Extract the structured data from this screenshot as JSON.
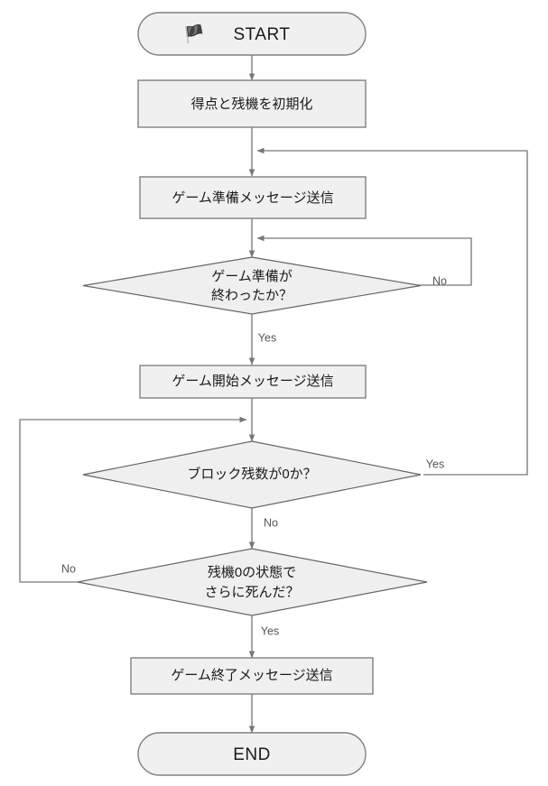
{
  "diagram": {
    "type": "flowchart",
    "title": "",
    "background_color": "#ffffff",
    "node_fill": "#f0f0f0",
    "node_stroke": "#808080",
    "edge_color": "#777777",
    "text_color": "#1a1a1a",
    "edge_label_color": "#555555"
  },
  "nodes": {
    "start": {
      "label": "START",
      "icon": "green-flag-icon",
      "icon_glyph": "🏴",
      "icon_color": "#3aa93a",
      "shape": "terminator"
    },
    "init": {
      "label": "得点と残機を初期化",
      "shape": "process"
    },
    "prepare_msg": {
      "label": "ゲーム準備メッセージ送信",
      "shape": "process"
    },
    "prepare_check": {
      "label_line1": "ゲーム準備が",
      "label_line2": "終わったか？",
      "shape": "decision"
    },
    "start_msg": {
      "label": "ゲーム開始メッセージ送信",
      "shape": "process"
    },
    "block_check": {
      "label": "ブロック残数が0か？",
      "shape": "decision"
    },
    "life_check": {
      "label_line1": "残機0の状態で",
      "label_line2": "さらに死んだ？",
      "shape": "decision"
    },
    "end_msg": {
      "label": "ゲーム終了メッセージ送信",
      "shape": "process"
    },
    "end": {
      "label": "END",
      "shape": "terminator"
    }
  },
  "edge_labels": {
    "prepare_no": "No",
    "prepare_yes": "Yes",
    "block_yes": "Yes",
    "block_no": "No",
    "life_no": "No",
    "life_yes": "Yes"
  }
}
